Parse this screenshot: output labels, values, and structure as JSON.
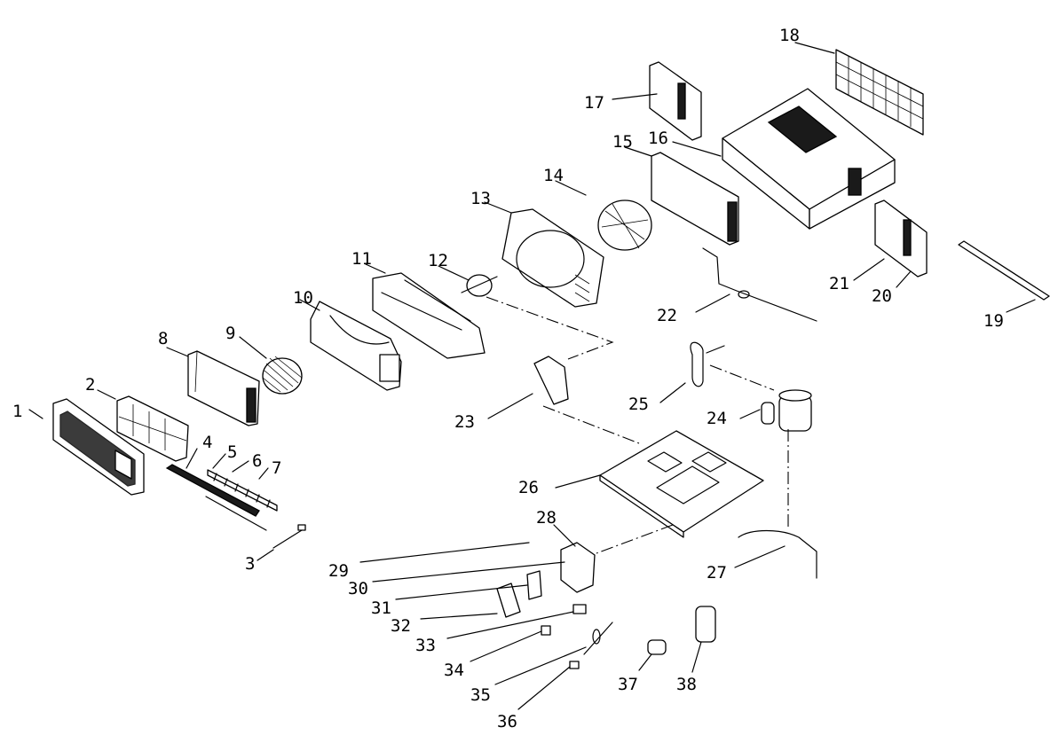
{
  "diagram": {
    "labels": [
      "1",
      "2",
      "3",
      "4",
      "5",
      "6",
      "7",
      "8",
      "9",
      "10",
      "11",
      "12",
      "13",
      "14",
      "15",
      "16",
      "17",
      "18",
      "19",
      "20",
      "21",
      "22",
      "23",
      "24",
      "25",
      "26",
      "27",
      "28",
      "29",
      "30",
      "31",
      "32",
      "33",
      "34",
      "35",
      "36",
      "37",
      "38"
    ],
    "colors": {
      "ink": "#000000",
      "paper": "#ffffff"
    }
  }
}
